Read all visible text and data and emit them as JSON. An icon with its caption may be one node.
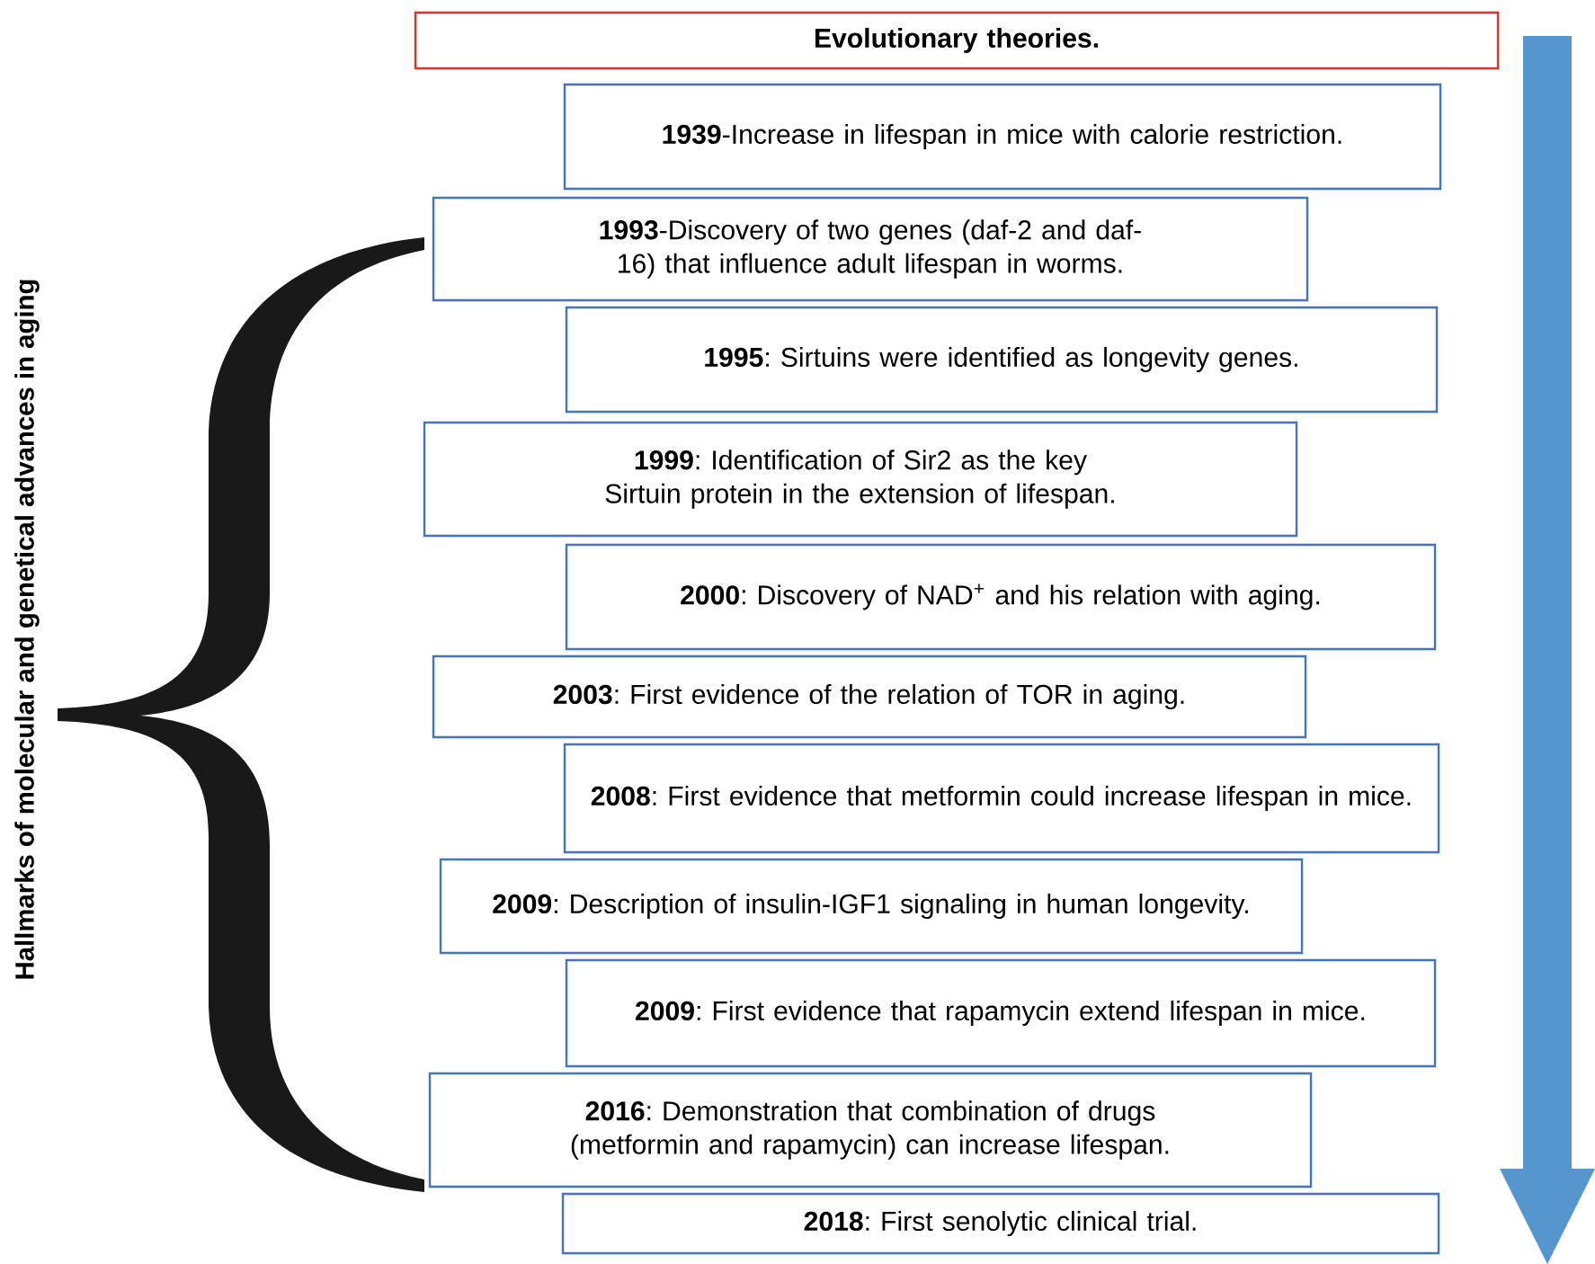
{
  "diagram": {
    "nodes": [
      {
        "text": [
          "Evolutionary theories."
        ]
      },
      {
        "text": [
          "**1939**-Increase in lifespan in mice with calorie restriction."
        ]
      },
      {
        "text": [
          "**1993**-Discovery of two genes (daf-2 and daf-16) that influence adult lifespan in worms."
        ]
      },
      {
        "text": [
          "**1995**: Sirtuins were identified as longevity genes."
        ]
      },
      {
        "text": [
          "**1999**: Identification of Sir2 as the key Sirtuin protein in the extension of lifespan."
        ]
      },
      {
        "text": [
          "**2000**: Discovery of NAD$^{+}$ and his relation with aging."
        ]
      },
      {
        "text": [
          "**2003**: First evidence of the relation of TOR in aging."
        ]
      },
      {
        "text": [
          "**2008**: First evidence that metformin could increase lifespan in mice."
        ]
      },
      {
        "text": [
          "**2009**: Description of insulin-IGF1 signaling in human longevity."
        ]
      },
      {
        "text": [
          "**2009**: First evidence that rapamycin extend lifespan in mice."
        ]
      },
      {
        "text": [
          "**2016**: Demonstration that combination of drugs (metformin and rapamycin) can increase lifespan."
        ]
      },
      {
        "text": [
          "**2018**: First senolytic clinical trial."
        ]
      }
    ],
    "labels": [
      "Hallmarks of molecular and genetical advances in aging"
    ]
  }
}
